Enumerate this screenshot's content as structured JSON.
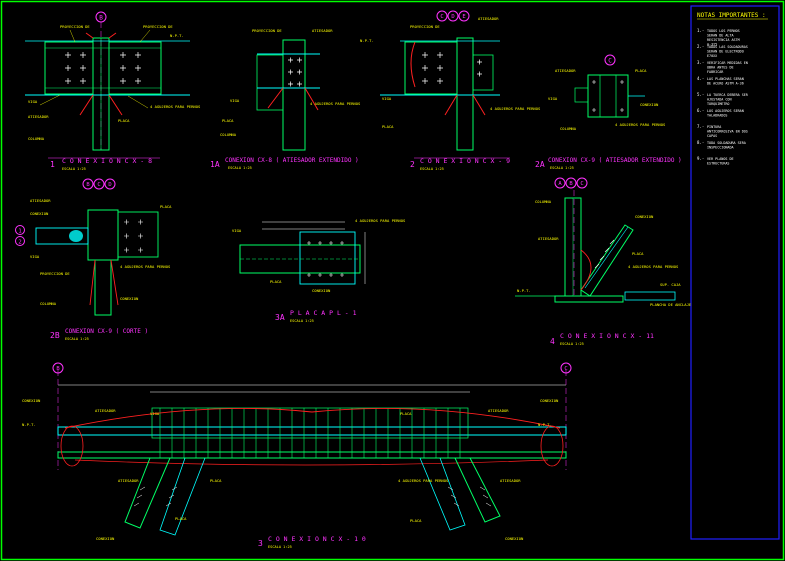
{
  "colors": {
    "background": "#000000",
    "border": "#00ff00",
    "steel": "#00ff66",
    "annotation": "#ffff00",
    "title": "#ff33ff",
    "dimension": "#ffffff",
    "weld": "#ff2020",
    "bolt": "#00ffff",
    "notes_frame": "#2020ff"
  },
  "details": {
    "d1": {
      "number": "1",
      "title": "C O N E X I O N   C X - 8",
      "subtitle": "ESCALA 1:25"
    },
    "d1a": {
      "number": "1A",
      "title": "CONEXION CX-8 ( ATIESADOR EXTENDIDO )",
      "subtitle": "ESCALA 1:25"
    },
    "d2": {
      "number": "2",
      "title": "C O N E X I O N   C X - 9",
      "subtitle": "ESCALA 1:25"
    },
    "d2a": {
      "number": "2A",
      "title": "CONEXION CX-9 ( ATIESADOR EXTENDIDO )",
      "subtitle": "ESCALA 1:25"
    },
    "d2b": {
      "number": "2B",
      "title": "CONEXION CX-9 ( CORTE )",
      "subtitle": "ESCALA 1:25"
    },
    "d3a": {
      "number": "3A",
      "title": "P L A C A   P L - 1",
      "subtitle": "ESCALA 1:25"
    },
    "d4": {
      "number": "4",
      "title": "C O N E X I O N   C X - 11",
      "subtitle": "ESCALA 1:25"
    },
    "d3": {
      "number": "3",
      "title": "C O N E X I O N   C X - 1 0",
      "subtitle": "ESCALA 1:25"
    }
  },
  "grid_bubbles": {
    "d1": [
      "B"
    ],
    "d2": [
      "C",
      "D",
      "E"
    ],
    "d2a": [
      "C"
    ],
    "d2b": [
      "B",
      "C",
      "D"
    ],
    "d2b_side": [
      "1",
      "2"
    ],
    "d4": [
      "A",
      "B",
      "C"
    ],
    "d3": [
      "B",
      "C"
    ]
  },
  "labels": {
    "proyeccion": "PROYECCION DE",
    "atiesador": "ATIESADOR",
    "viga": "VIGA",
    "columna": "COLUMNA",
    "placa": "PLACA",
    "pernos": "4 AGUJEROS PARA PERNOS",
    "plancha": "PLANCHA DE ANCLAJE",
    "npt": "N.P.T.",
    "sup_caja": "SUP. CAJA",
    "conexion": "CONEXION"
  },
  "notes": {
    "title": "NOTAS IMPORTANTES :",
    "items": [
      {
        "n": "1.-",
        "text": "TODOS LOS PERNOS SERAN DE ALTA RESISTENCIA ASTM A-325"
      },
      {
        "n": "2.-",
        "text": "TODAS LAS SOLDADURAS SERAN DE ELECTRODO E70XX"
      },
      {
        "n": "3.-",
        "text": "VERIFICAR MEDIDAS EN OBRA ANTES DE FABRICAR"
      },
      {
        "n": "4.-",
        "text": "LAS PLANCHAS SERAN DE ACERO ASTM A-36"
      },
      {
        "n": "5.-",
        "text": "LA TUERCA DEBERA SER AJUSTADA CON TORQUIMETRO"
      },
      {
        "n": "6.-",
        "text": "LOS AGUJEROS SERAN TALADRADOS"
      },
      {
        "n": "7.-",
        "text": "PINTURA ANTICORROSIVA EN DOS CAPAS"
      },
      {
        "n": "8.-",
        "text": "TODA SOLDADURA SERA INSPECCIONADA"
      },
      {
        "n": "9.-",
        "text": "VER PLANOS DE ESTRUCTURAS"
      }
    ]
  }
}
